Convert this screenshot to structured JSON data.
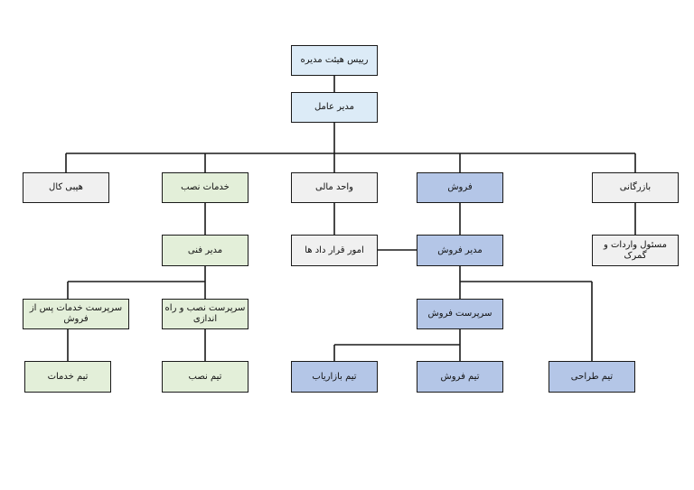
{
  "nodes": [
    {
      "id": "board-chairman",
      "label": "رییس هیئت مدیره",
      "color": "blue"
    },
    {
      "id": "ceo",
      "label": "مدیر عامل",
      "color": "blue"
    },
    {
      "id": "commerce",
      "label": "بازرگانی",
      "color": "grey"
    },
    {
      "id": "sales",
      "label": "فروش",
      "color": "navy"
    },
    {
      "id": "finance",
      "label": "واحد مالی",
      "color": "grey"
    },
    {
      "id": "installation-services",
      "label": "خدمات نصب",
      "color": "green"
    },
    {
      "id": "heavy-kal",
      "label": "هیبی کال",
      "color": "grey"
    },
    {
      "id": "import-customs",
      "label": "مسئول واردات و گمرک",
      "color": "grey"
    },
    {
      "id": "sales-manager",
      "label": "مدیر فروش",
      "color": "navy"
    },
    {
      "id": "contracts",
      "label": "امور قرار داد ها",
      "color": "grey"
    },
    {
      "id": "technical-manager",
      "label": "مدیر فنی",
      "color": "green"
    },
    {
      "id": "sales-supervisor",
      "label": "سرپرست فروش",
      "color": "navy"
    },
    {
      "id": "install-supervisor",
      "label": "سرپرست نصب و راه اندازی",
      "color": "green"
    },
    {
      "id": "aftersales-supervisor",
      "label": "سرپرست خدمات پس از فروش",
      "color": "green"
    },
    {
      "id": "design-team",
      "label": "تیم طراحی",
      "color": "navy"
    },
    {
      "id": "sales-team",
      "label": "تیم فروش",
      "color": "navy"
    },
    {
      "id": "marketing-team",
      "label": "تیم بازاریاب",
      "color": "navy"
    },
    {
      "id": "install-team",
      "label": "تیم نصب",
      "color": "green"
    },
    {
      "id": "service-team",
      "label": "تیم خدمات",
      "color": "green"
    }
  ],
  "colors": {
    "blue": "#dcebf7",
    "grey": "#f0f0f0",
    "green": "#e3efd9",
    "navy": "#b4c6e7",
    "line": "#1a1a1a"
  }
}
